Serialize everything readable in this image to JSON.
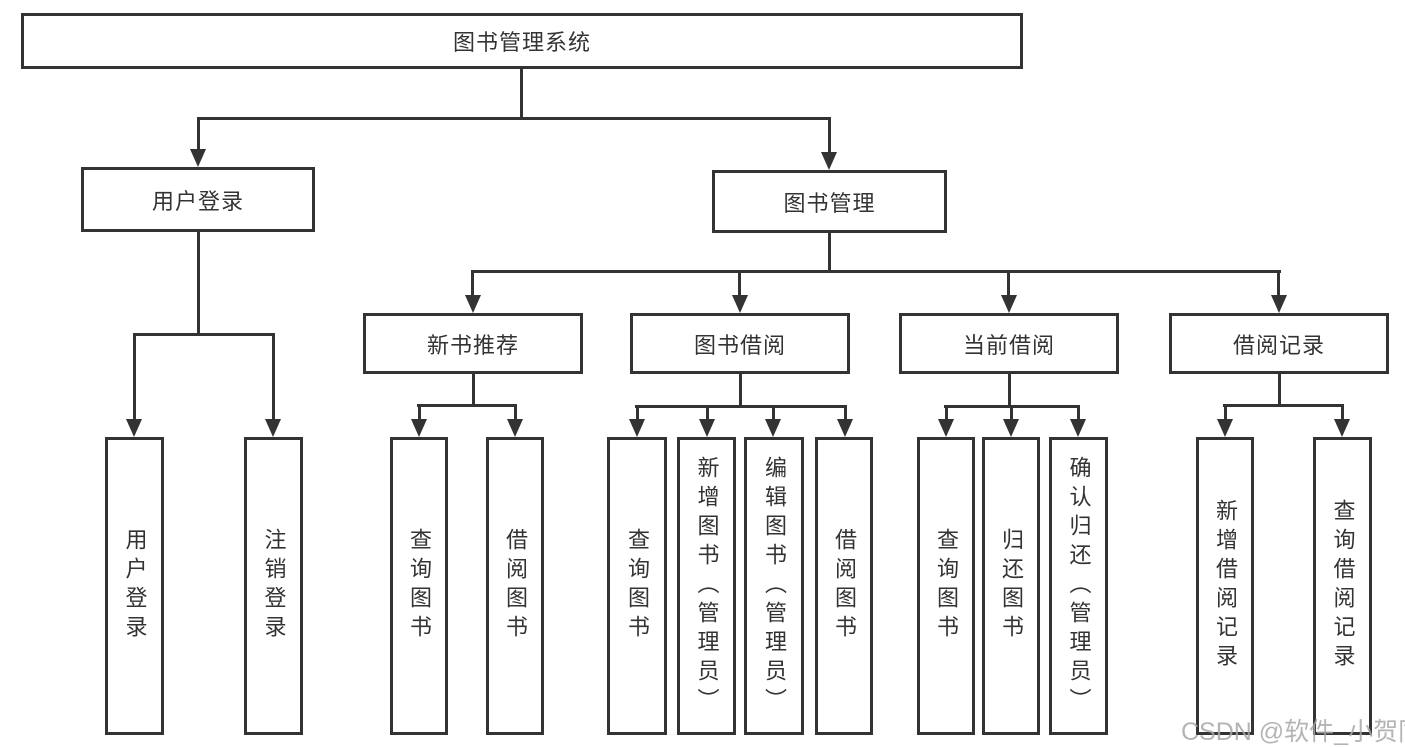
{
  "diagram": {
    "watermark": "CSDN @软件_小贺同学",
    "colors": {
      "line": "#333333",
      "text": "#333333",
      "watermark": "#a8a8a8",
      "background": "#ffffff"
    },
    "tree": {
      "root": {
        "label": "图书管理系统",
        "children": [
          {
            "label": "用户登录",
            "children": [
              {
                "label": "用户登录"
              },
              {
                "label": "注销登录"
              }
            ]
          },
          {
            "label": "图书管理",
            "children": [
              {
                "label": "新书推荐",
                "children": [
                  {
                    "label": "查询图书"
                  },
                  {
                    "label": "借阅图书"
                  }
                ]
              },
              {
                "label": "图书借阅",
                "children": [
                  {
                    "label": "查询图书"
                  },
                  {
                    "label": "新增图书（管理员）"
                  },
                  {
                    "label": "编辑图书（管理员）"
                  },
                  {
                    "label": "借阅图书"
                  }
                ]
              },
              {
                "label": "当前借阅",
                "children": [
                  {
                    "label": "查询图书"
                  },
                  {
                    "label": "归还图书"
                  },
                  {
                    "label": "确认归还（管理员）"
                  }
                ]
              },
              {
                "label": "借阅记录",
                "children": [
                  {
                    "label": "新增借阅记录"
                  },
                  {
                    "label": "查询借阅记录"
                  }
                ]
              }
            ]
          }
        ]
      }
    }
  }
}
